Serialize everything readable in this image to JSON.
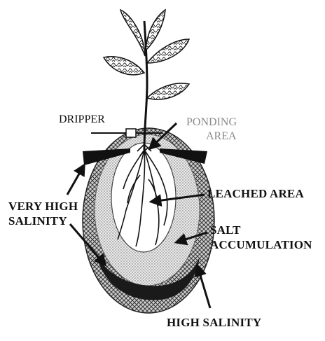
{
  "labels": {
    "dripper": "DRIPPER",
    "ponding_area": [
      "PONDING",
      "AREA"
    ],
    "leached_area": "LEACHED AREA",
    "very_high_salinity": [
      "VERY HIGH",
      "SALINITY"
    ],
    "salt_accumulation": [
      "SALT",
      "ACCUMULATION"
    ],
    "high_salinity": "HIGH SALINITY"
  },
  "colors": {
    "ink": "#111111",
    "ponding_text": "#8a8a8a",
    "outer_zone": "#cfcfcf",
    "middle_zone": "#e6e6e6",
    "leached_zone": "#ffffff",
    "dark_band": "#1a1a1a",
    "leaf_fill": "#ffffff"
  }
}
